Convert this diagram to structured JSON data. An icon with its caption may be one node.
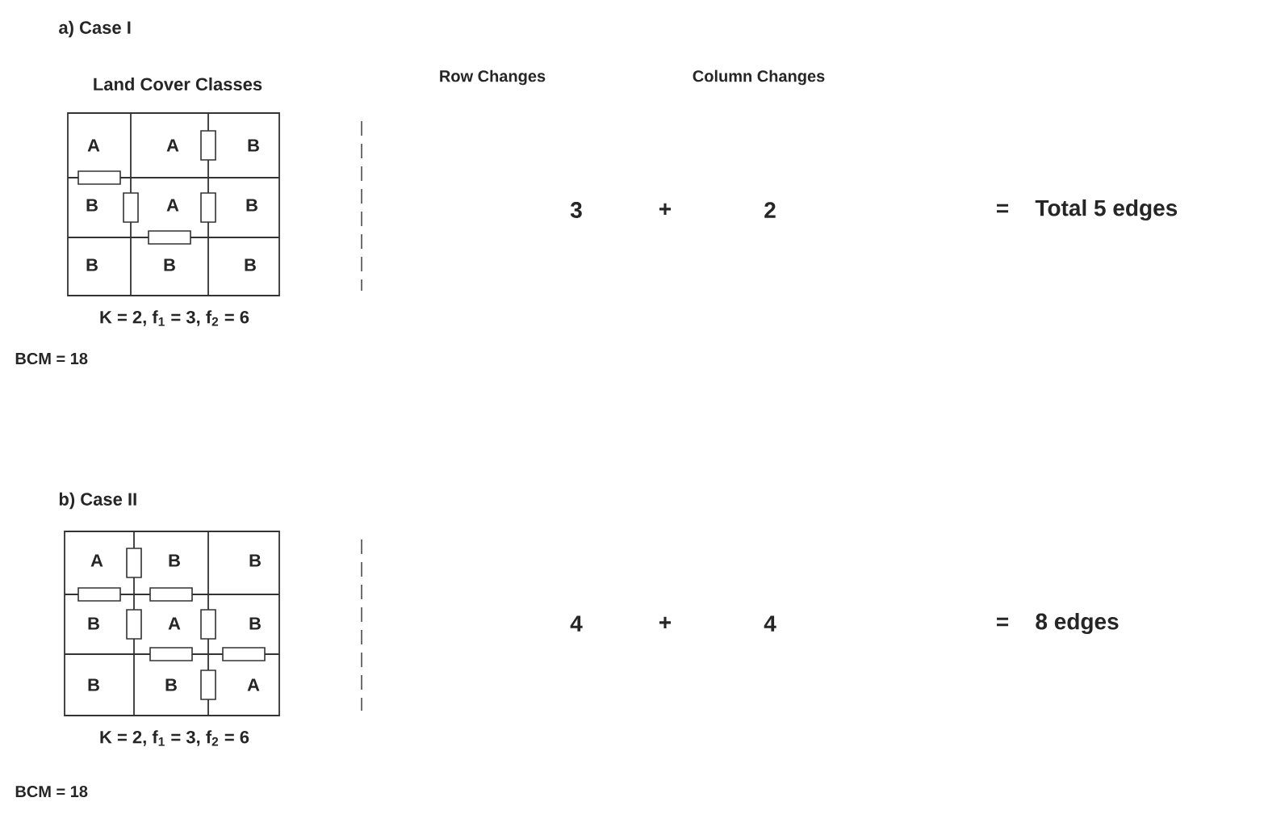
{
  "diagram": {
    "labels": [
      "a) Case I",
      "Land Cover Classes",
      "Row Changes",
      "Column Changes",
      "A",
      "A",
      "B",
      "B",
      "A",
      "B",
      "B",
      "B",
      "B",
      "3",
      "+",
      "2",
      "=",
      "Total 5 edges",
      "K = 2, f$_{1}$ = 3, f$_{2}$ = 6",
      "BCM = 18",
      "b) Case II",
      "A",
      "B",
      "B",
      "B",
      "A",
      "B",
      "B",
      "B",
      "A",
      "4",
      "+",
      "4",
      "=",
      "8 edges",
      "K = 2, f$_{1}$ = 3, f$_{2}$ = 6",
      "BCM = 18"
    ]
  }
}
